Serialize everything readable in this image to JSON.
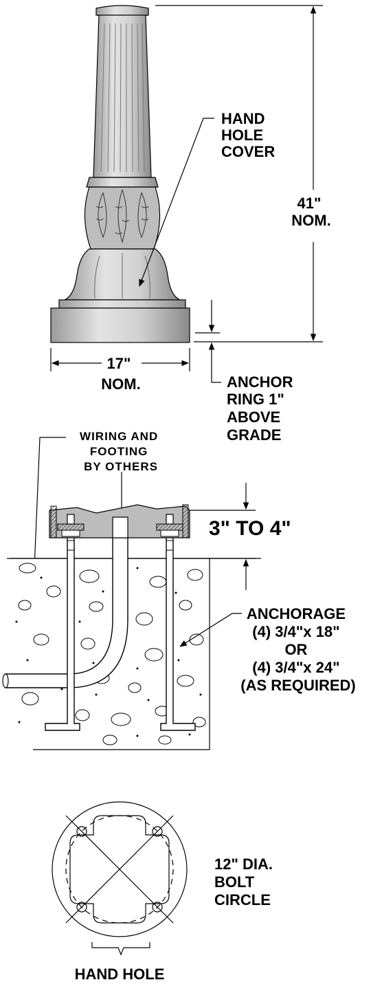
{
  "labels": {
    "hand_hole_cover": [
      "HAND",
      "HOLE",
      "COVER"
    ],
    "height": [
      "41\"",
      "NOM."
    ],
    "width": [
      "17\"",
      "NOM."
    ],
    "anchor_ring": [
      "ANCHOR",
      "RING 1\"",
      "ABOVE",
      "GRADE"
    ],
    "wiring": [
      "WIRING AND",
      "FOOTING",
      "BY OTHERS"
    ],
    "depth": "3\" TO 4\"",
    "anchorage": [
      "ANCHORAGE",
      "(4) 3/4\"x 18\"",
      "OR",
      "(4) 3/4\"x 24\"",
      "(AS REQUIRED)"
    ],
    "bolt_circle": [
      "12\" DIA.",
      "BOLT",
      "CIRCLE"
    ],
    "hand_hole": "HAND HOLE"
  },
  "colors": {
    "metal_light": "#e2e2e2",
    "metal_mid": "#b8b8b8",
    "metal_dark": "#8e8e8e",
    "line": "#000000"
  }
}
